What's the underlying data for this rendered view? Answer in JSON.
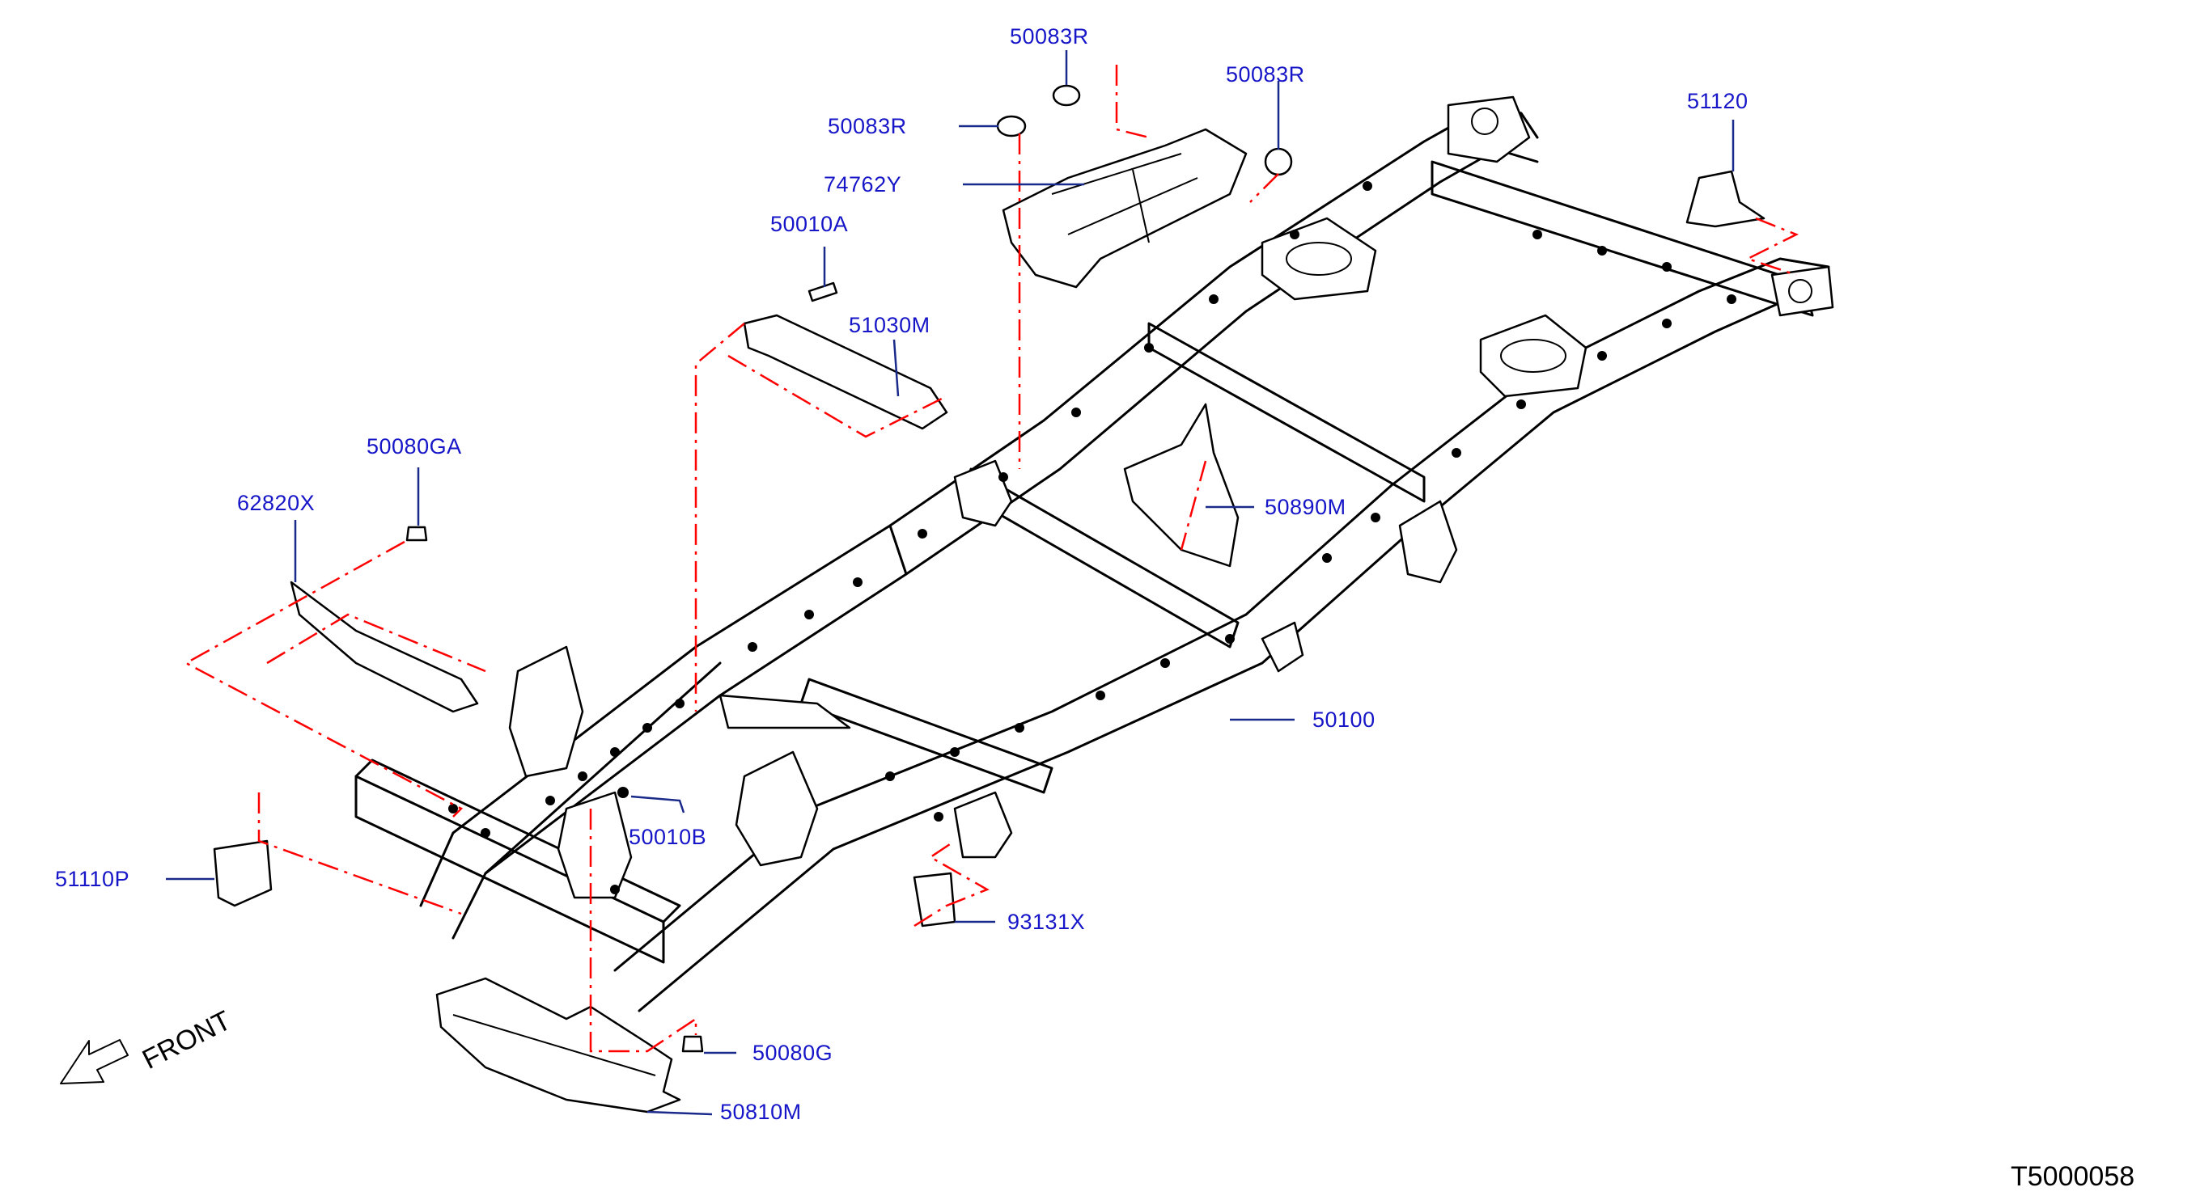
{
  "diagram": {
    "type": "exploded-parts-diagram",
    "code": "T5000058",
    "front_label": "FRONT",
    "colors": {
      "callout_text": "#1616c8",
      "leader_line": "#1a2a8a",
      "dash_line": "#ff0000",
      "line_art": "#000000"
    },
    "callouts": [
      {
        "id": "50083R",
        "label": "50083R"
      },
      {
        "id": "50083R_b",
        "label": "50083R"
      },
      {
        "id": "50083R_c",
        "label": "50083R"
      },
      {
        "id": "74762Y",
        "label": "74762Y"
      },
      {
        "id": "50010A",
        "label": "50010A"
      },
      {
        "id": "51030M",
        "label": "51030M"
      },
      {
        "id": "51120",
        "label": "51120"
      },
      {
        "id": "50080GA",
        "label": "50080GA"
      },
      {
        "id": "62820X",
        "label": "62820X"
      },
      {
        "id": "50890M",
        "label": "50890M"
      },
      {
        "id": "50100",
        "label": "50100"
      },
      {
        "id": "50010B",
        "label": "50010B"
      },
      {
        "id": "51110P",
        "label": "51110P"
      },
      {
        "id": "93131X",
        "label": "93131X"
      },
      {
        "id": "50080G",
        "label": "50080G"
      },
      {
        "id": "50810M",
        "label": "50810M"
      }
    ]
  }
}
